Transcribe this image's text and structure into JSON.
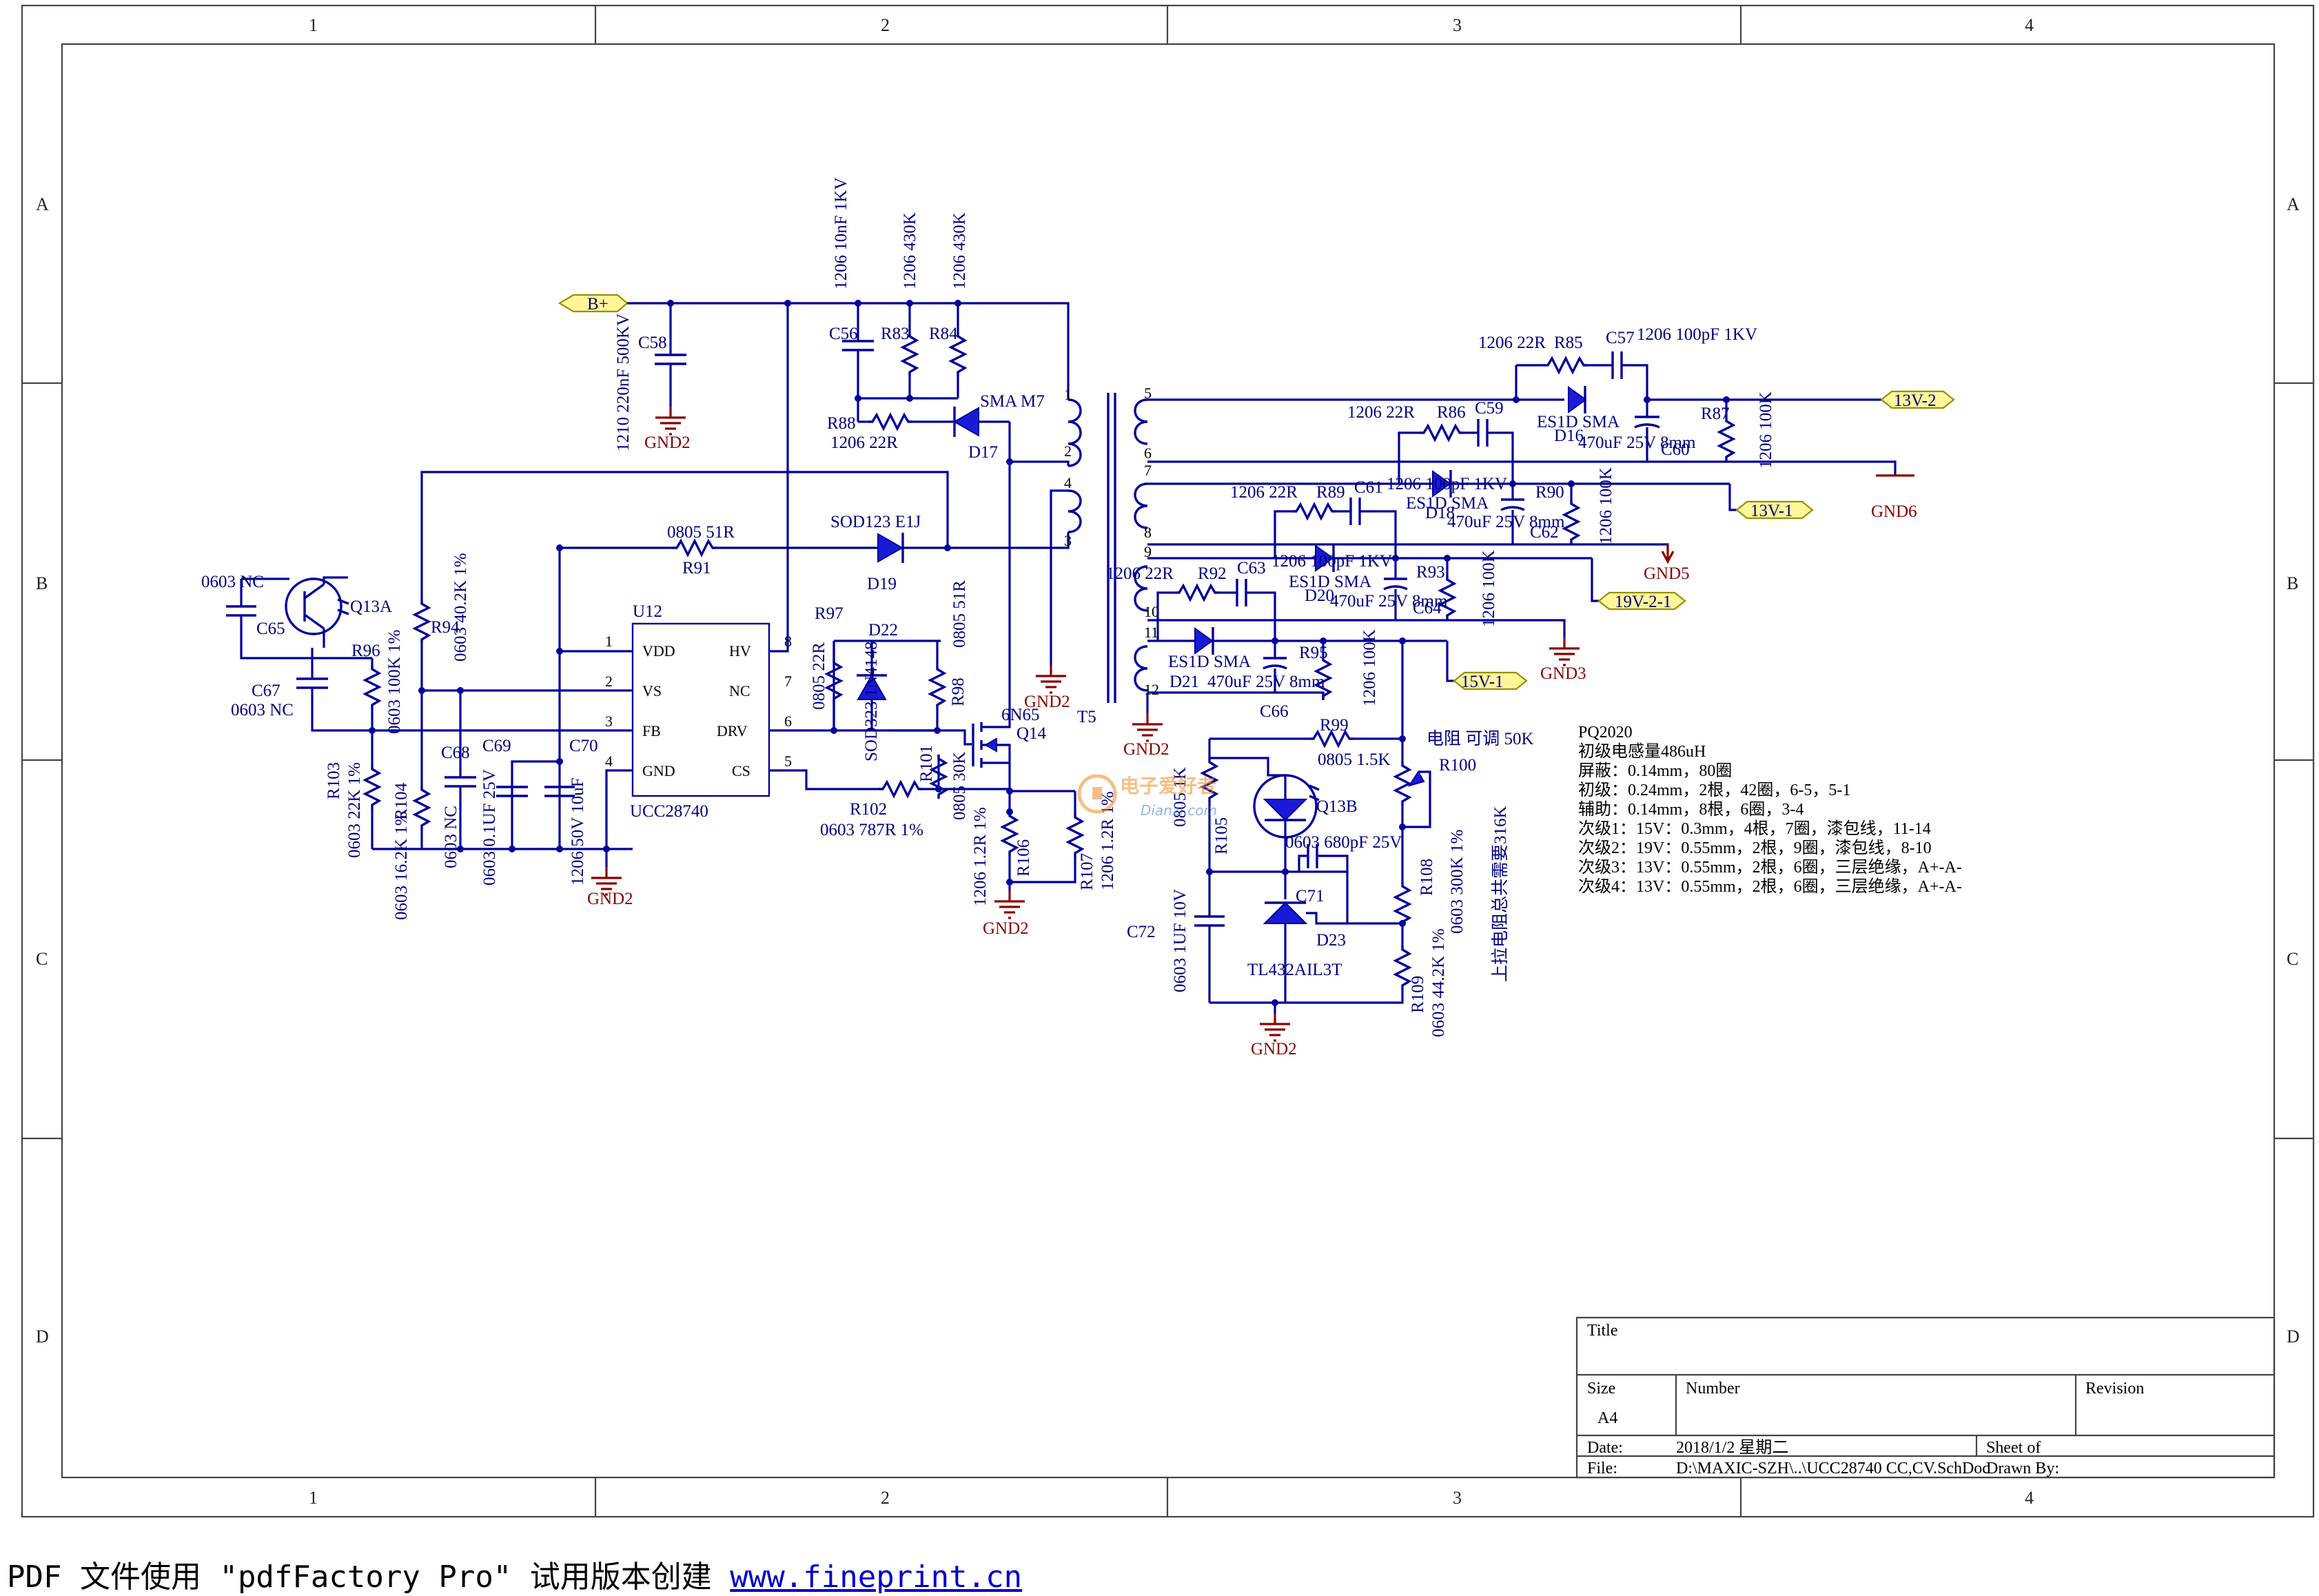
{
  "zones": {
    "cols": [
      "1",
      "2",
      "3",
      "4"
    ],
    "rows": [
      "A",
      "B",
      "C",
      "D"
    ]
  },
  "nets": {
    "bplus": "B+",
    "out_13v_2": "13V-2",
    "out_13v_1": "13V-1",
    "out_19v_2_1": "19V-2-1",
    "out_15v_1": "15V-1",
    "gnd2": "GND2",
    "gnd3": "GND3",
    "gnd5": "GND5",
    "gnd6": "GND6"
  },
  "ic": {
    "ref": "U12",
    "part": "UCC28740",
    "left_pins": [
      {
        "num": "1",
        "name": "VDD"
      },
      {
        "num": "2",
        "name": "VS"
      },
      {
        "num": "3",
        "name": "FB"
      },
      {
        "num": "4",
        "name": "GND"
      }
    ],
    "right_pins": [
      {
        "num": "8",
        "name": "HV"
      },
      {
        "num": "7",
        "name": "NC"
      },
      {
        "num": "6",
        "name": "DRV"
      },
      {
        "num": "5",
        "name": "CS"
      }
    ]
  },
  "transformer": {
    "ref": "T5",
    "primary_pins": [
      "1",
      "2",
      "4",
      "3"
    ],
    "secondary_pins": [
      "5",
      "6",
      "7",
      "8",
      "9",
      "10",
      "11",
      "1",
      "12"
    ]
  },
  "components": {
    "c58": {
      "ref": "C58",
      "value": "1210 220nF 500KV"
    },
    "c56": {
      "ref": "C56",
      "value": "1206 10nF 1KV"
    },
    "r83": {
      "ref": "R83",
      "value": "1206 430K"
    },
    "r84": {
      "ref": "R84",
      "value": "1206 430K"
    },
    "r88": {
      "ref": "R88",
      "value": "1206 22R"
    },
    "d17": {
      "ref": "D17",
      "value": "SMA M7"
    },
    "r91": {
      "ref": "R91",
      "value": "0805 51R"
    },
    "d19": {
      "ref": "D19",
      "value": "SOD123 E1J"
    },
    "q13a": {
      "ref": "Q13A"
    },
    "c65": {
      "ref": "C65",
      "value": "0603 NC"
    },
    "c67": {
      "ref": "C67",
      "value": "0603 NC"
    },
    "r96": {
      "ref": "R96",
      "value": "0603 100K 1%"
    },
    "r94": {
      "ref": "R94",
      "value": "0603 40.2K 1%"
    },
    "r103": {
      "ref": "R103",
      "value": "0603 22K 1%"
    },
    "r104": {
      "ref": "R104",
      "value": "0603 16.2K 1%"
    },
    "c68": {
      "ref": "C68",
      "value": "0603 NC"
    },
    "c69": {
      "ref": "C69",
      "value": "0603 0.1UF 25V"
    },
    "c70": {
      "ref": "C70",
      "value": "1206 50V 10uF"
    },
    "r97": {
      "ref": "R97",
      "value": "0805 22R"
    },
    "d22": {
      "ref": "D22",
      "value": "SOD323 1N4148"
    },
    "r98": {
      "ref": "R98",
      "value": "0805 51R"
    },
    "q14": {
      "ref": "Q14",
      "value": "6N65"
    },
    "r101": {
      "ref": "R101",
      "value": "0805 30K"
    },
    "r102": {
      "ref": "R102",
      "value": "0603 787R 1%"
    },
    "r106": {
      "ref": "R106",
      "value": "1206 1.2R 1%"
    },
    "r107": {
      "ref": "R107",
      "value": "1206 1.2R 1%"
    },
    "r85": {
      "ref": "R85",
      "value": "1206 22R"
    },
    "c57": {
      "ref": "C57",
      "value": "1206 100pF 1KV"
    },
    "d16": {
      "ref": "D16",
      "value": "ES1D SMA"
    },
    "c60": {
      "ref": "C60",
      "value": "470uF 25V 8mm"
    },
    "r87": {
      "ref": "R87",
      "value": "1206 100K"
    },
    "r86": {
      "ref": "R86",
      "value": "1206 22R"
    },
    "c59": {
      "ref": "C59",
      "value": "1206 100pF 1KV"
    },
    "d18": {
      "ref": "D18",
      "value": "ES1D SMA"
    },
    "c62": {
      "ref": "C62",
      "value": "470uF 25V 8mm"
    },
    "r90": {
      "ref": "R90",
      "value": "1206 100K"
    },
    "r89": {
      "ref": "R89",
      "value": "1206 22R"
    },
    "c61": {
      "ref": "C61",
      "value": "1206 100pF 1KV"
    },
    "d20": {
      "ref": "D20",
      "value": "ES1D SMA"
    },
    "c64": {
      "ref": "C64",
      "value": "470uF 25V 8mm"
    },
    "r93": {
      "ref": "R93",
      "value": "1206 100K"
    },
    "r92": {
      "ref": "R92",
      "value": "1206 22R"
    },
    "c63": {
      "ref": "C63",
      "value": "1206 100pF 1KV"
    },
    "d21": {
      "ref": "D21",
      "value": "ES1D SMA"
    },
    "c66": {
      "ref": "C66",
      "value": "470uF 25V 8mm"
    },
    "r95": {
      "ref": "R95",
      "value": "1206 100K"
    },
    "r99": {
      "ref": "R99",
      "value": "0805 1.5K"
    },
    "r100": {
      "ref": "R100",
      "value": "电阻 可调 50K"
    },
    "q13b": {
      "ref": "Q13B"
    },
    "r105": {
      "ref": "R105",
      "value": "0805 1K"
    },
    "c71": {
      "ref": "C71",
      "value": "0603 680pF 25V"
    },
    "d23": {
      "ref": "D23",
      "value": "TL432AIL3T"
    },
    "c72": {
      "ref": "C72",
      "value": "0603 1UF 10V"
    },
    "r108": {
      "ref": "R108",
      "value": "0603 300K 1%"
    },
    "r109": {
      "ref": "R109",
      "value": "0603 44.2K 1%"
    }
  },
  "r108_note": "上拉电阻总共需要316K",
  "spec_notes": [
    "PQ2020",
    "初级电感量486uH",
    "屏蔽：0.14mm，80圈",
    "初级：0.24mm，2根，42圈，6-5，5-1",
    "辅助：0.14mm，8根，6圈，3-4",
    "次级1：15V：0.3mm，4根，7圈，漆包线，11-14",
    "次级2：19V：0.55mm，2根，9圈，漆包线，8-10",
    "次级3：13V：0.55mm，2根，6圈，三层绝缘，A+-A-",
    "次级4：13V：0.55mm，2根，6圈，三层绝缘，A+-A-"
  ],
  "watermark": {
    "cn": "电子爱好者",
    "en": "Dianzi.com"
  },
  "title_block": {
    "title_label": "Title",
    "size_label": "Size",
    "size_value": "A4",
    "number_label": "Number",
    "revision_label": "Revision",
    "date_label": "Date:",
    "date_value": "2018/1/2 星期二",
    "file_label": "File:",
    "file_value": "D:\\MAXIC-SZH\\..\\UCC28740 CC,CV.SchDoc",
    "sheet_label": "Sheet   of",
    "drawn_label": "Drawn By:"
  },
  "footer": {
    "text": "PDF 文件使用 \"pdfFactory Pro\" 试用版本创建 ",
    "link": "www.fineprint.cn"
  }
}
